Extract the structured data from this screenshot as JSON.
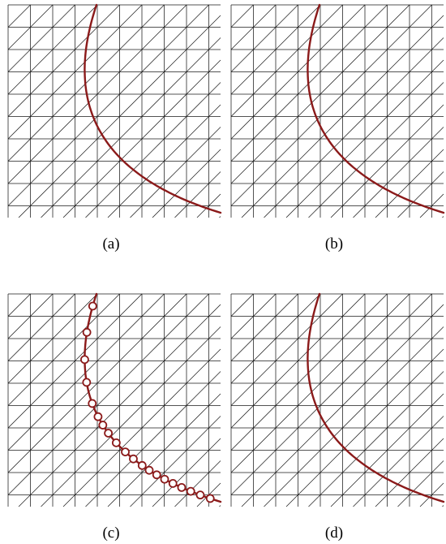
{
  "panels": [
    {
      "id": "a",
      "caption": "(a)"
    },
    {
      "id": "b",
      "caption": "(b)"
    },
    {
      "id": "c",
      "caption": "(c)"
    },
    {
      "id": "d",
      "caption": "(d)"
    }
  ],
  "colors": {
    "mesh": "#1a1a1a",
    "curve": "#8b1a1a",
    "marker_fill": "#ffffff",
    "background": "#ffffff"
  }
}
